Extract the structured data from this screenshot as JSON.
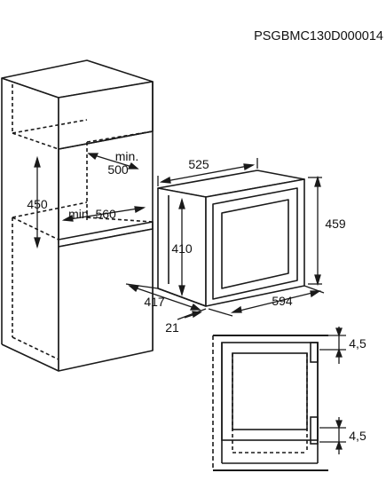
{
  "product_code": "PSGBMC130D000014",
  "dimensions": {
    "min_depth": "min.",
    "min_depth_value": "500",
    "niche_height": "450",
    "niche_width": "min. 560",
    "oven_width": "525",
    "oven_height": "459",
    "front_height": "410",
    "side_depth": "417",
    "front_width": "594",
    "front_thickness": "21",
    "top_gap": "4,5",
    "bottom_gap": "4,5"
  }
}
